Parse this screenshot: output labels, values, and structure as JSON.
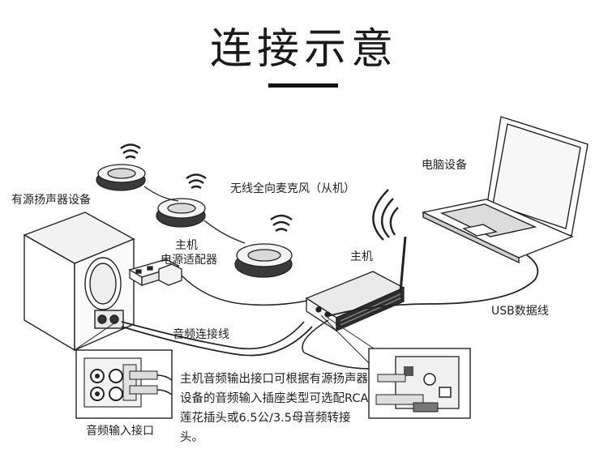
{
  "title": "连接示意",
  "labels": {
    "speaker": "有源扬声器设备",
    "wireless_mic": "无线全向麦克风（从机）",
    "power_adapter_line1": "主机",
    "power_adapter_line2": "电源适配器",
    "host": "主机",
    "computer": "电脑设备",
    "usb_cable": "USB数据线",
    "audio_cable": "音频连接线",
    "audio_input": "音频输入接口"
  },
  "note": "主机音频输出接口可根据有源扬声器设备的音频输入插座类型可选配RCA莲花插头或6.5公/3.5母音频转接头。"
}
